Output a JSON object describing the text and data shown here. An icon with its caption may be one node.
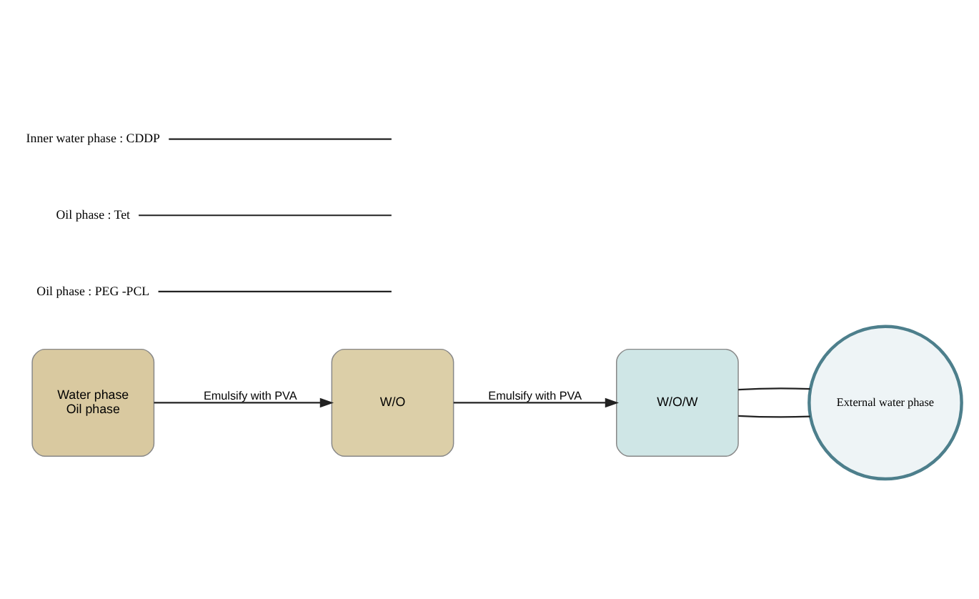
{
  "diagram": {
    "nodes": [
      {
        "text": [
          "Water phase",
          "Oil phase"
        ]
      },
      {
        "text": [
          "W/O"
        ]
      },
      {
        "text": [
          "W/O/W"
        ]
      },
      {
        "text": [
          "External water phase"
        ]
      },
      {
        "text": [
          "Oil phase : PEG -PCL"
        ]
      },
      {
        "text": [
          "Oil phase : Tet"
        ]
      },
      {
        "text": [
          "Inner water phase : CDDP"
        ]
      }
    ],
    "edges": [
      {
        "from": 0,
        "to": 1,
        "arrow": "to",
        "label": "Emulsify with PVA"
      },
      {
        "from": 1,
        "to": 2,
        "arrow": "to",
        "label": "Emulsify with PVA"
      },
      {
        "from": 2,
        "to": 3,
        "arrow": "none"
      },
      {
        "from": 2,
        "to": 3,
        "arrow": "none"
      },
      {
        "from": 4,
        "to": null,
        "arrow": "none"
      },
      {
        "from": 5,
        "to": null,
        "arrow": "none"
      },
      {
        "from": 6,
        "to": null,
        "arrow": "none"
      }
    ]
  }
}
